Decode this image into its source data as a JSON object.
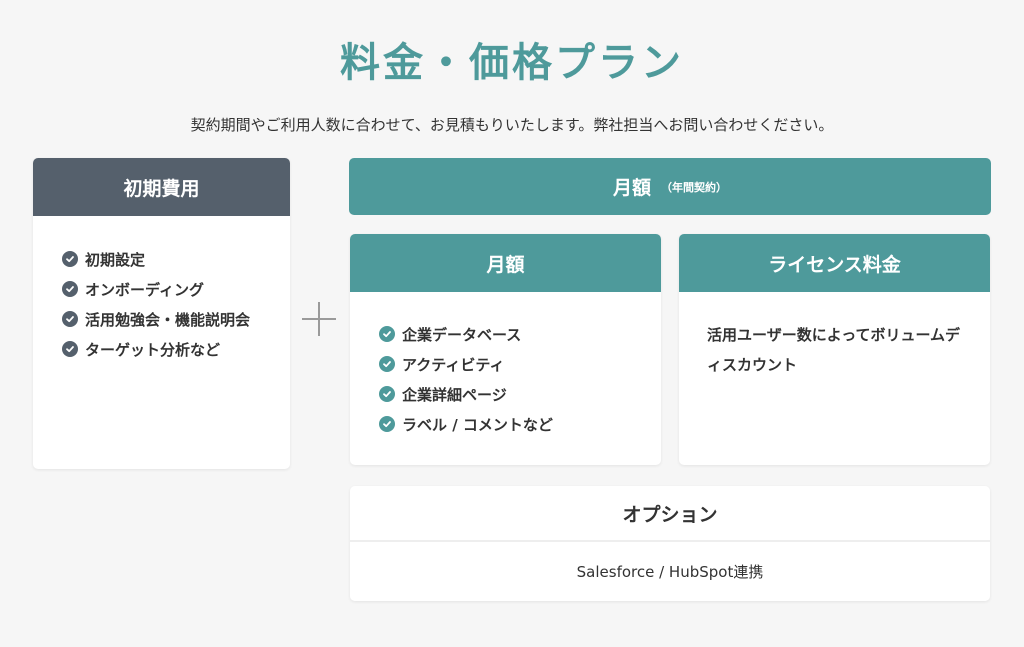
{
  "title": "料金・価格プラン",
  "subtitle": "契約期間やご利用人数に合わせて、お見積もりいたします。弊社担当へお問い合わせください。",
  "initial_fee": {
    "header": "初期費用",
    "items": [
      "初期設定",
      "オンボーディング",
      "活用勉強会・機能説明会",
      "ターゲット分析など"
    ]
  },
  "monthly_banner": {
    "label": "月額",
    "note": "（年間契約）"
  },
  "monthly": {
    "header": "月額",
    "items": [
      "企業データベース",
      "アクティビティ",
      "企業詳細ページ",
      "ラベル / コメントなど"
    ]
  },
  "license": {
    "header": "ライセンス料金",
    "text": "活用ユーザー数によってボリュームディスカウント"
  },
  "option": {
    "header": "オプション",
    "text": "Salesforce / HubSpot連携"
  },
  "colors": {
    "teal": "#4e9a9b",
    "dark_header": "#55606c",
    "check_dark": "#55606c",
    "check_teal": "#4e9a9b"
  },
  "icons": {
    "check": "check-circle-icon",
    "plus": "plus-icon"
  }
}
